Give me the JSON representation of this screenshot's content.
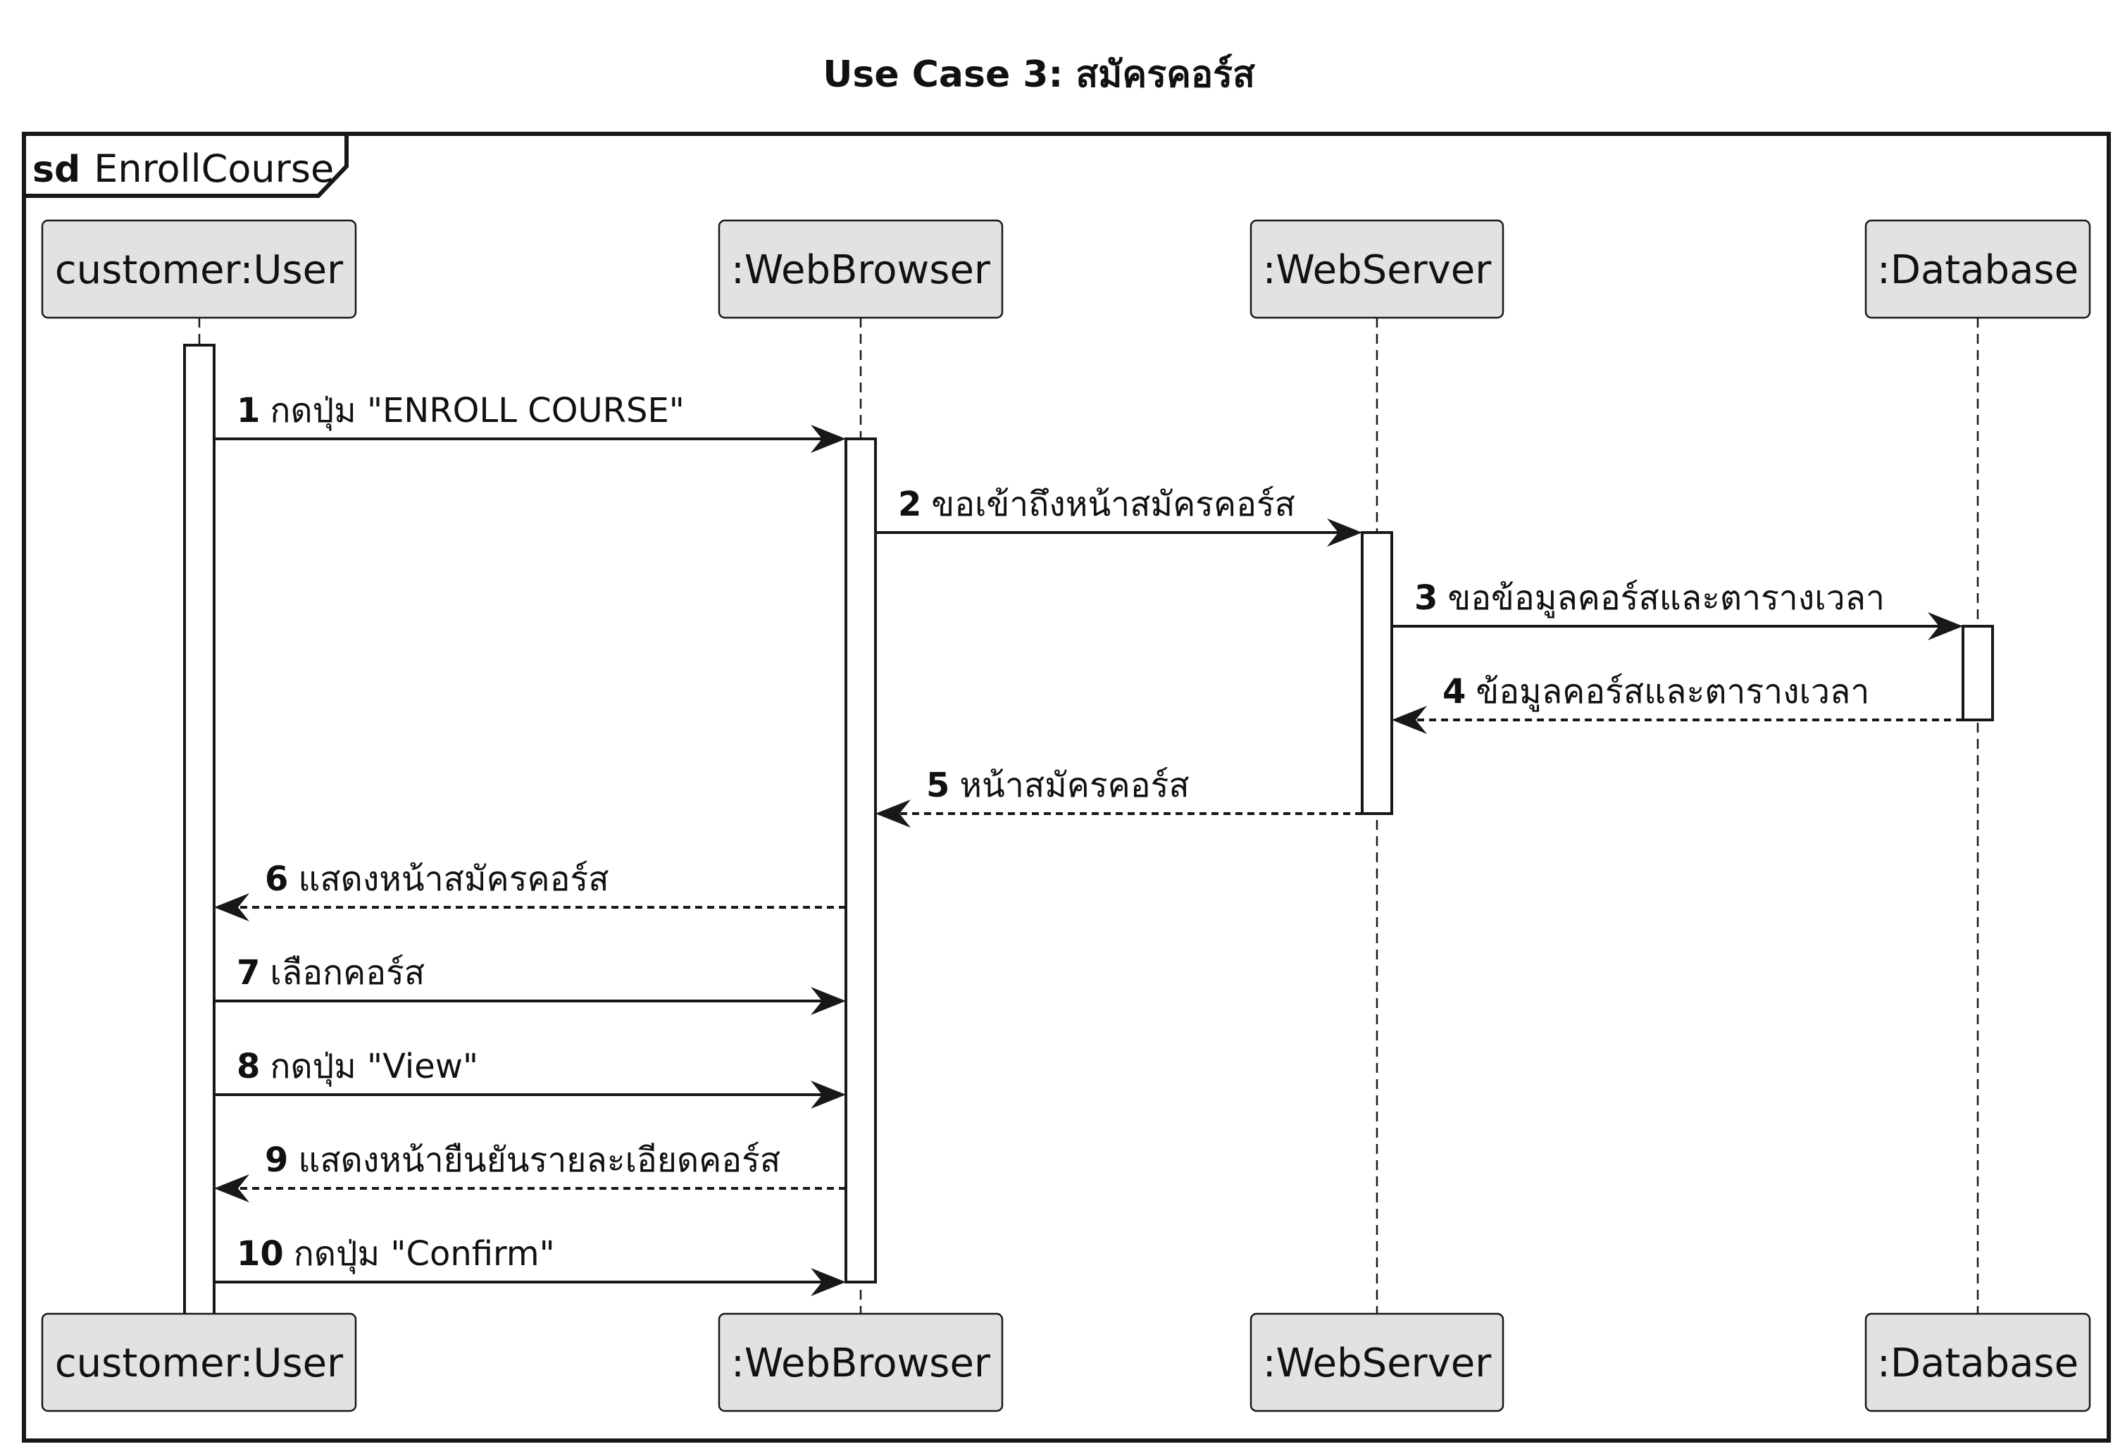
{
  "title": "Use Case 3: สมัครคอร์ส",
  "frame": {
    "keyword": "sd",
    "name": "EnrollCourse"
  },
  "participants": [
    {
      "id": "user",
      "label": "customer:User"
    },
    {
      "id": "browser",
      "label": ":WebBrowser"
    },
    {
      "id": "server",
      "label": ":WebServer"
    },
    {
      "id": "db",
      "label": ":Database"
    }
  ],
  "messages": [
    {
      "num": "1",
      "text": "กดปุ่ม \"ENROLL COURSE\"",
      "from": "user",
      "to": "browser",
      "kind": "sync"
    },
    {
      "num": "2",
      "text": "ขอเข้าถึงหน้าสมัครคอร์ส",
      "from": "browser",
      "to": "server",
      "kind": "sync"
    },
    {
      "num": "3",
      "text": "ขอข้อมูลคอร์สและตารางเวลา",
      "from": "server",
      "to": "db",
      "kind": "sync"
    },
    {
      "num": "4",
      "text": "ข้อมูลคอร์สและตารางเวลา",
      "from": "db",
      "to": "server",
      "kind": "return"
    },
    {
      "num": "5",
      "text": "หน้าสมัครคอร์ส",
      "from": "server",
      "to": "browser",
      "kind": "return"
    },
    {
      "num": "6",
      "text": "แสดงหน้าสมัครคอร์ส",
      "from": "browser",
      "to": "user",
      "kind": "return"
    },
    {
      "num": "7",
      "text": "เลือกคอร์ส",
      "from": "user",
      "to": "browser",
      "kind": "sync"
    },
    {
      "num": "8",
      "text": "กดปุ่ม \"View\"",
      "from": "user",
      "to": "browser",
      "kind": "sync"
    },
    {
      "num": "9",
      "text": "แสดงหน้ายืนยันรายละเอียดคอร์ส",
      "from": "browser",
      "to": "user",
      "kind": "return"
    },
    {
      "num": "10",
      "text": "กดปุ่ม \"Confirm\"",
      "from": "user",
      "to": "browser",
      "kind": "sync"
    }
  ],
  "activations": [
    {
      "participant": "user",
      "from_step": 0,
      "to_step": 11
    },
    {
      "participant": "browser",
      "from_step": 1,
      "to_step": 10
    },
    {
      "participant": "server",
      "from_step": 2,
      "to_step": 5
    },
    {
      "participant": "db",
      "from_step": 3,
      "to_step": 4
    }
  ],
  "colors": {
    "box_fill": "#e2e2e2",
    "line": "#181818",
    "background": "#ffffff"
  }
}
